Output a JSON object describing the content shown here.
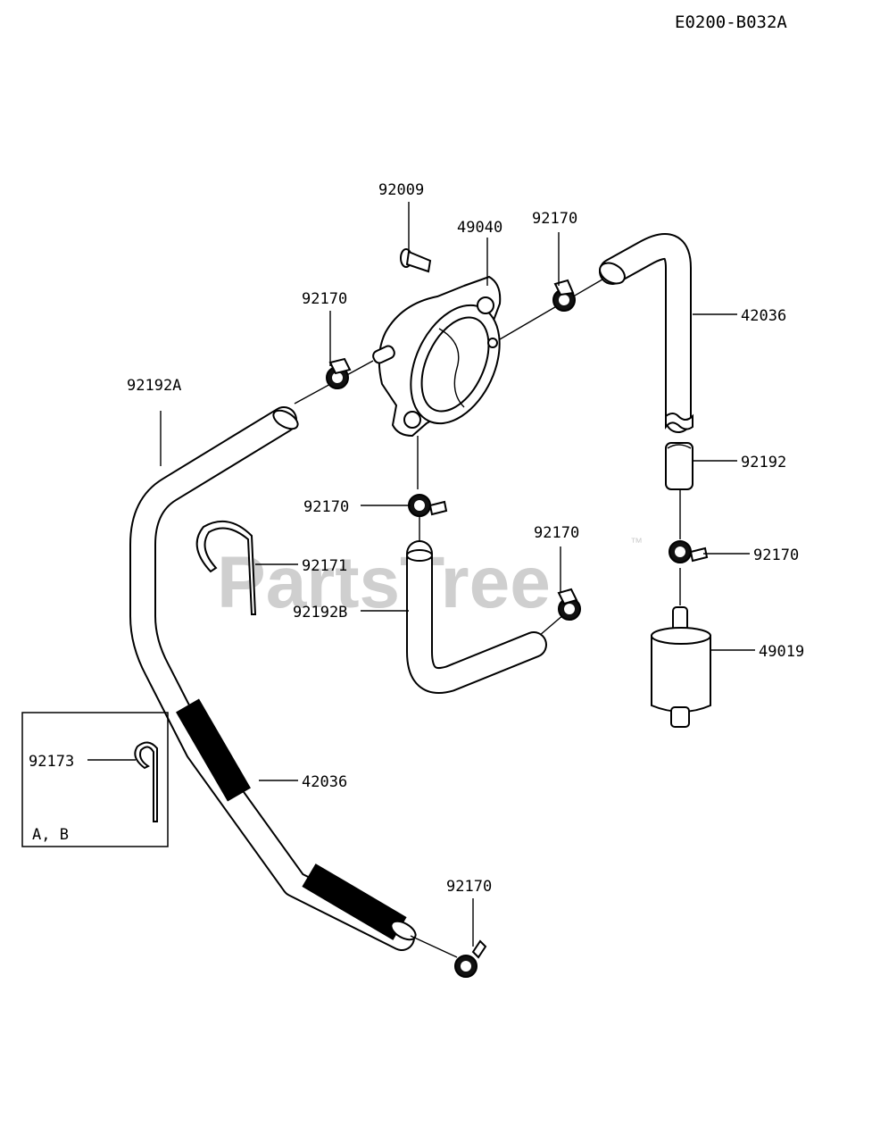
{
  "diagram_code": "E0200-B032A",
  "watermark": "PartsTree",
  "watermark_tm": "™",
  "labels": {
    "p92009": "92009",
    "p49040": "49040",
    "p92170_top": "92170",
    "p42036_right": "42036",
    "p92170_left": "92170",
    "p92192A": "92192A",
    "p92192": "92192",
    "p92170_mid": "92170",
    "p92170_mid2": "92170",
    "p92171": "92171",
    "p92170_right": "92170",
    "p92192B": "92192B",
    "p49019": "49019",
    "p92173": "92173",
    "p42036_bottom": "42036",
    "p92170_bottom": "92170"
  },
  "inset_note": "A, B"
}
